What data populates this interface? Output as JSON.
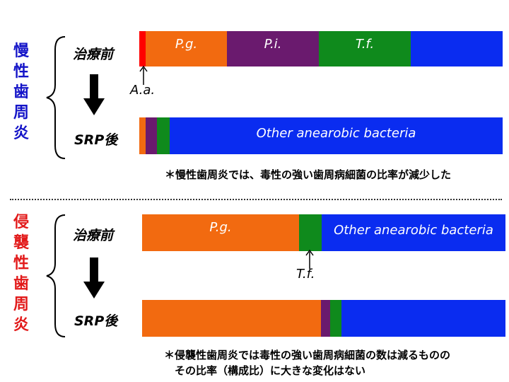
{
  "colors": {
    "chronic_label": "#1414c8",
    "aggressive_label": "#e21a1a",
    "aa": "#ff0000",
    "pg": "#f26a10",
    "pi": "#6a1a6e",
    "tf": "#0f8a1c",
    "other": "#0a2cf0"
  },
  "chronic": {
    "label_chars": [
      "慢",
      "性",
      "歯",
      "周",
      "炎"
    ],
    "before_label": "治療前",
    "after_label": "SRP後",
    "aa_label": "A.a.",
    "note": "＊慢性歯周炎では、毒性の強い歯周病細菌の比率が減少した",
    "before_bar": [
      {
        "key": "aa",
        "label": "",
        "color": "#ff0000"
      },
      {
        "key": "pg",
        "label": "P.g.",
        "color": "#f26a10"
      },
      {
        "key": "pi",
        "label": "P.i.",
        "color": "#6a1a6e"
      },
      {
        "key": "tf",
        "label": "T.f.",
        "color": "#0f8a1c"
      },
      {
        "key": "other",
        "label": "",
        "color": "#0a2cf0"
      }
    ],
    "after_bar": [
      {
        "key": "pg",
        "label": "",
        "color": "#f26a10"
      },
      {
        "key": "pi",
        "label": "",
        "color": "#6a1a6e"
      },
      {
        "key": "tf",
        "label": "",
        "color": "#0f8a1c"
      },
      {
        "key": "other",
        "label": "Other anearobic bacteria",
        "color": "#0a2cf0"
      }
    ]
  },
  "aggressive": {
    "label_chars": [
      "侵",
      "襲",
      "性",
      "歯",
      "周",
      "炎"
    ],
    "before_label": "治療前",
    "after_label": "SRP後",
    "tf_label": "T.f.",
    "note_line1": "＊侵襲性歯周炎では毒性の強い歯周病細菌の数は減るものの",
    "note_line2": "その比率（構成比）に大きな変化はない",
    "before_bar": [
      {
        "key": "pg",
        "label": "P.g.",
        "color": "#f26a10"
      },
      {
        "key": "tf",
        "label": "",
        "color": "#0f8a1c"
      },
      {
        "key": "other",
        "label": "Other anearobic bacteria",
        "color": "#0a2cf0"
      }
    ],
    "after_bar": [
      {
        "key": "pg",
        "label": "",
        "color": "#f26a10"
      },
      {
        "key": "pi",
        "label": "",
        "color": "#6a1a6e"
      },
      {
        "key": "tf",
        "label": "",
        "color": "#0f8a1c"
      },
      {
        "key": "other",
        "label": "",
        "color": "#0a2cf0"
      }
    ]
  }
}
